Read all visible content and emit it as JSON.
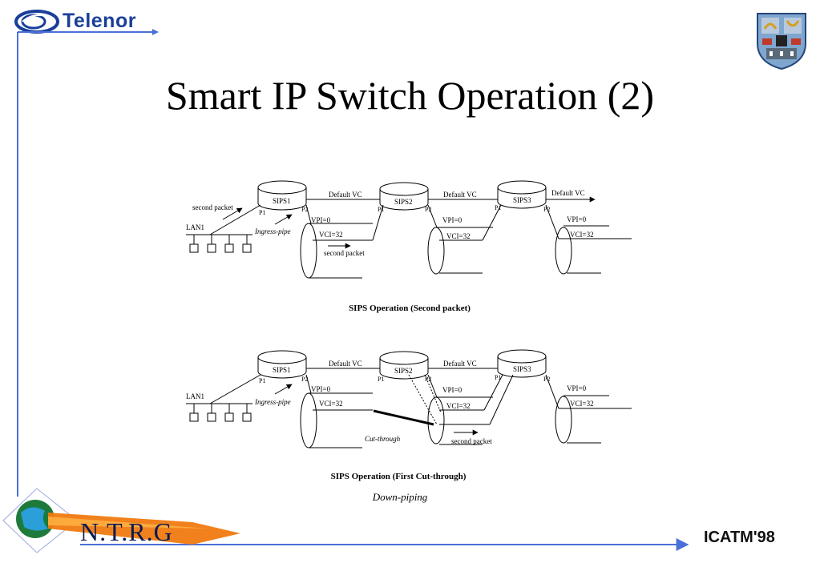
{
  "header": {
    "company_logo_text": "Telenor",
    "slide_title": "Smart IP Switch Operation (2)"
  },
  "diagram_top": {
    "switches": [
      "SIPS1",
      "SIPS2",
      "SIPS3"
    ],
    "ports": {
      "p1": "P1",
      "p2": "P2"
    },
    "default_vc": "Default VC",
    "vpi": "VPI=0",
    "vci": "VCI=32",
    "lan": "LAN1",
    "second_packet": "second packet",
    "ingress_pipe": "Ingress-pipe",
    "caption": "SIPS Operation (Second  packet)"
  },
  "diagram_bottom": {
    "switches": [
      "SIPS1",
      "SIPS2",
      "SIPS3"
    ],
    "ports": {
      "p1": "P1",
      "p2": "P2"
    },
    "default_vc": "Default VC",
    "vpi": "VPI=0",
    "vci": "VCI=32",
    "lan": "LAN1",
    "second_packet": "second packet",
    "ingress_pipe": "Ingress-pipe",
    "cut_through": "Cut-through",
    "caption": "SIPS Operation (First Cut-through)",
    "sub_caption": "Down-piping"
  },
  "footer": {
    "group_logo_text": "N.T.R.G",
    "conference": "ICATM'98"
  },
  "colors": {
    "telenor_blue": "#1a3f99",
    "frame_line_blue": "#4a6fd8",
    "ntrg_orange": "#f07a10"
  }
}
